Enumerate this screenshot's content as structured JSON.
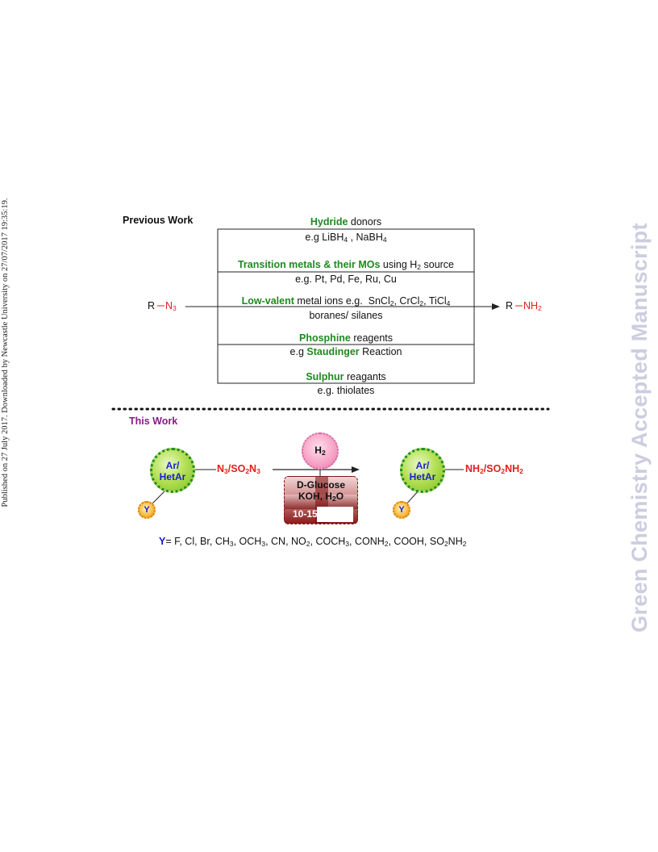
{
  "side_text_left": "Published on 27 July 2017. Downloaded by Newcastle University on 27/07/2017 19:35:19.",
  "side_text_right": "Green Chemistry Accepted Manuscript",
  "previous_work": {
    "heading": "Previous Work",
    "reactant_r": "R",
    "reactant_group": "N3",
    "product_r": "R",
    "product_group": "NH2",
    "methods": [
      {
        "highlight": "Hydride",
        "rest": " donors",
        "example": "e.g LiBH4 , NaBH4"
      },
      {
        "highlight": "Transition metals & their MOs",
        "rest": " using H2 source",
        "example": "e.g. Pt, Pd, Fe, Ru, Cu"
      },
      {
        "highlight": "Low-valent",
        "rest": " metal ions e.g. SnCl2, CrCl2, TiCl4",
        "example": "boranes/ silanes"
      },
      {
        "highlight": "Phosphine",
        "rest": " reagents",
        "example_prefix": "e.g ",
        "example_highlight": "Staudinger",
        "example_suffix": " Reaction"
      },
      {
        "highlight": "Sulphur",
        "rest": " reagants",
        "example": "e.g.  thiolates"
      }
    ]
  },
  "this_work": {
    "heading": "This Work",
    "substrate_label_1": "Ar/",
    "substrate_label_2": "HetAr",
    "substituent": "Y",
    "reactant_group": "N3/SO2N3",
    "byproduct": "H2",
    "condition_1": "D-Glucose",
    "condition_2": "KOH, H2O",
    "condition_3": "10-15",
    "product_label_1": "Ar/",
    "product_label_2": "HetAr",
    "product_group": "NH2/SO2NH2",
    "y_prefix": "Y",
    "y_list": "= F, Cl, Br, CH3, OCH3, CN, NO2, COCH3, CONH2, COOH, SO2NH2"
  },
  "colors": {
    "green_highlight": "#1e8a1e",
    "red_group": "#e0201c",
    "purple_heading": "#8a1a8a",
    "blue_label": "#1515d0",
    "watermark": "#cdcde0"
  }
}
